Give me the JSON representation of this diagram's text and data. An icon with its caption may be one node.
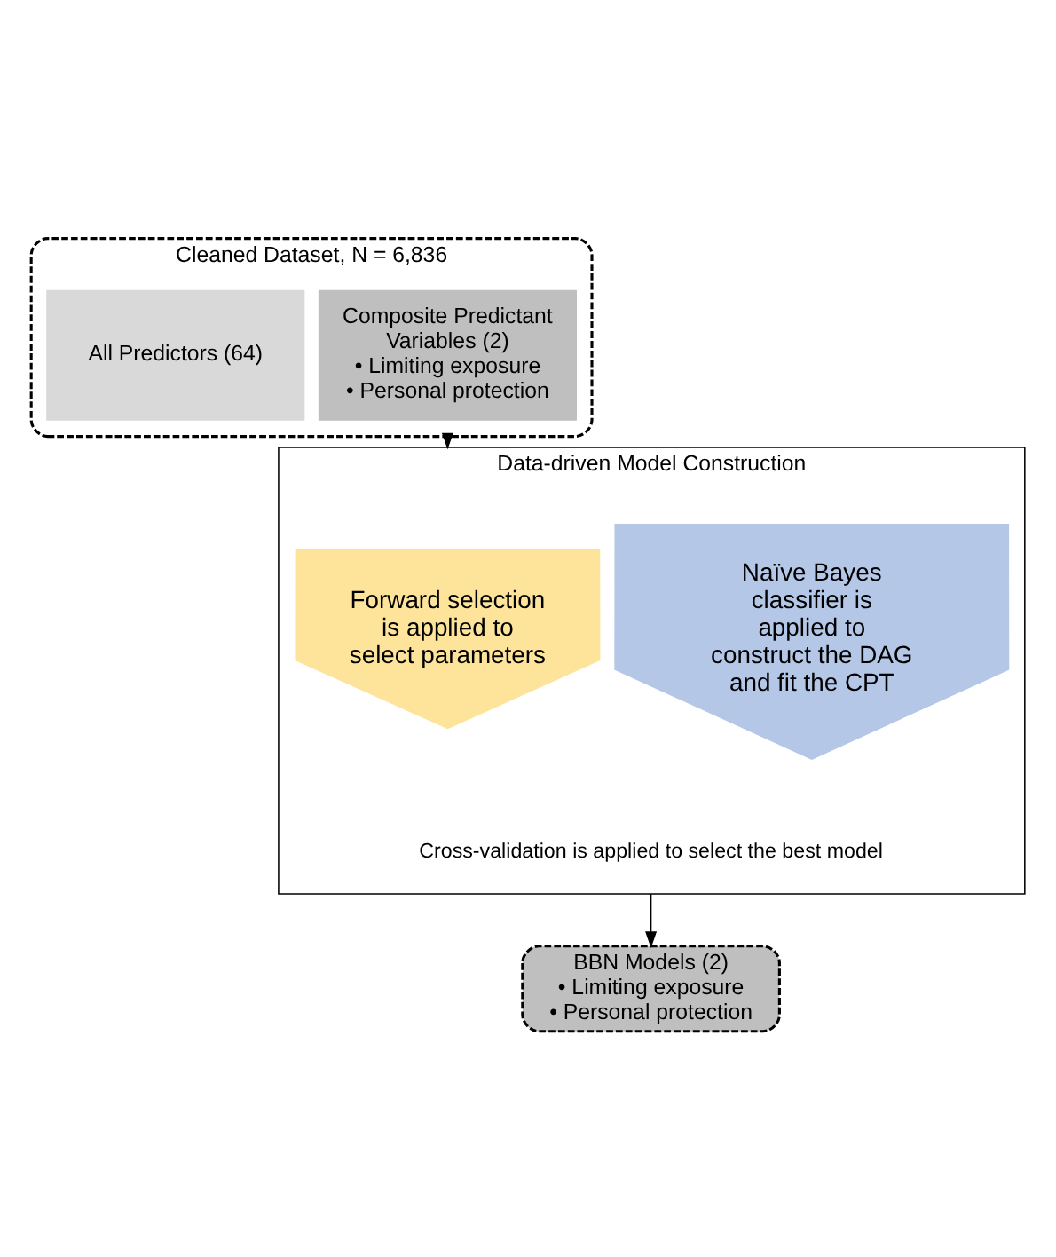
{
  "diagram": {
    "nodes": [
      {
        "text": [
          "Cleaned Dataset, N = 6,836"
        ]
      },
      {
        "text": [
          "All Predictors (64)"
        ],
        "in": 0
      },
      {
        "text": [
          "Composite Predictant Variables (2)",
          "• Limiting exposure",
          "• Personal protection"
        ],
        "in": 0
      },
      {
        "text": [
          "Data-driven Model Construction",
          "Cross-validation is applied to select the best model"
        ]
      },
      {
        "text": [
          "Forward selection is applied to select parameters"
        ],
        "in": 3
      },
      {
        "text": [
          "Naïve Bayes classifier is applied to construct the DAG and fit the CPT"
        ],
        "in": 3
      },
      {
        "text": [
          "BBN Models (2)",
          "• Limiting exposure",
          "• Personal protection"
        ]
      }
    ],
    "edges": [
      {
        "from": 0,
        "to": 3,
        "arrow": "to"
      },
      {
        "from": 3,
        "to": 6,
        "arrow": "to"
      }
    ]
  }
}
